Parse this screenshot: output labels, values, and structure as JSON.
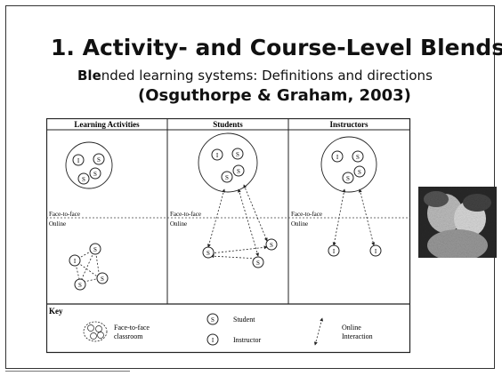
{
  "slide": {
    "title": "1.   Activity- and Course-Level Blends",
    "subtitle_bold": "Ble",
    "subtitle_rest": "nded learning systems: Definitions and directions",
    "citation": "(Osguthorpe & Graham, 2003)"
  },
  "diagram": {
    "columns": [
      "Learning Activities",
      "Students",
      "Instructors"
    ],
    "face_to_face_label": "Face-to-face",
    "online_label": "Online",
    "key_title": "Key",
    "key": {
      "classroom_line1": "Face-to-face",
      "classroom_line2": "classroom",
      "student_symbol": "S",
      "student_label": "Student",
      "instructor_symbol": "I",
      "instructor_label": "Instructor",
      "interaction_line1": "Online",
      "interaction_line2": "Interaction"
    }
  },
  "photo": {
    "name": "presenter-photo"
  }
}
